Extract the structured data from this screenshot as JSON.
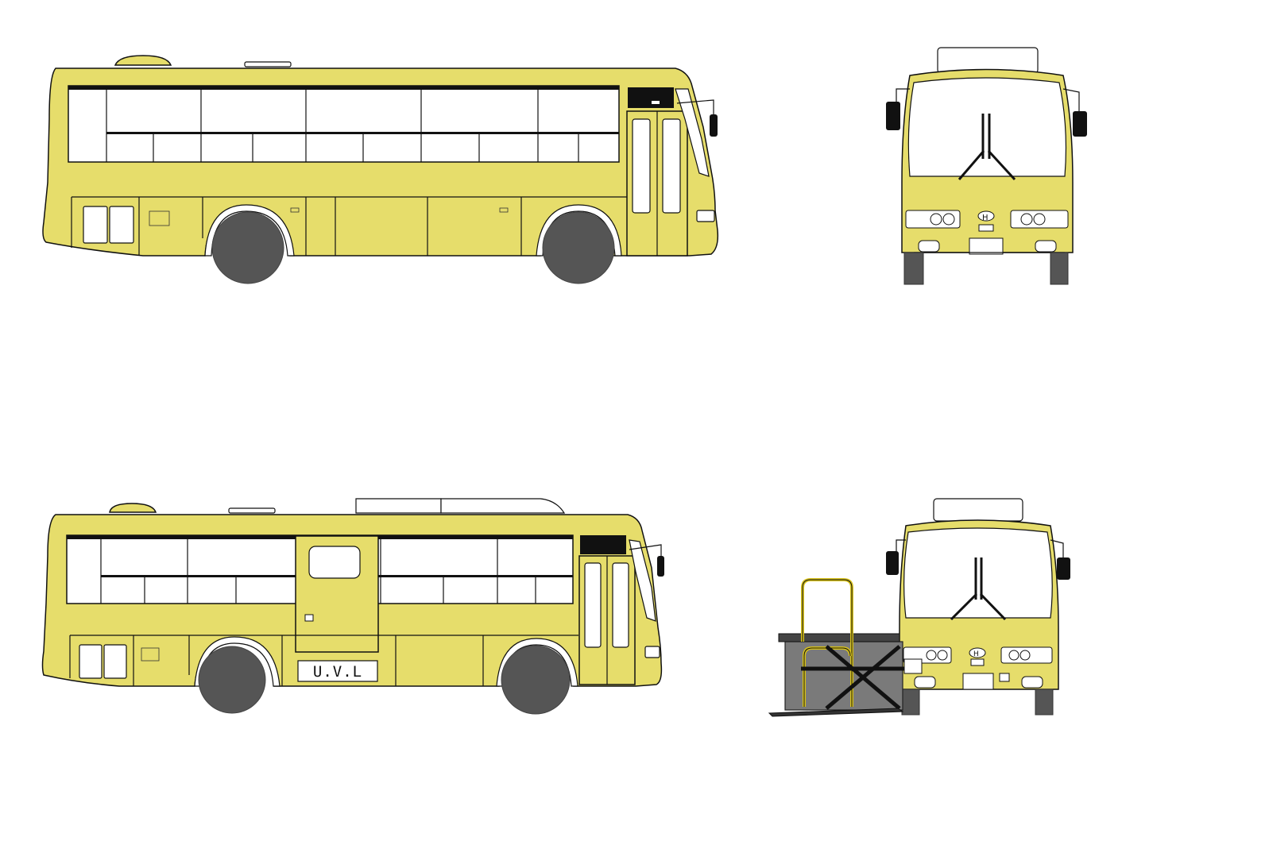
{
  "colors": {
    "body": "#e6dd6b",
    "outline": "#111111",
    "tire": "#555555",
    "window_glass": "#ffffff",
    "dark_trim": "#111111",
    "lift_platform": "#7a7a7a",
    "lift_rail": "#d8c21a"
  },
  "views": [
    {
      "name": "standard-side-view",
      "icons": [
        "bus-side-icon"
      ]
    },
    {
      "name": "standard-front-view",
      "icons": [
        "bus-front-icon",
        "hyundai-logo-icon"
      ]
    },
    {
      "name": "uvl-side-view",
      "icons": [
        "bus-side-icon",
        "lift-door-icon"
      ]
    },
    {
      "name": "uvl-front-view",
      "icons": [
        "bus-front-icon",
        "wheelchair-lift-icon"
      ]
    }
  ],
  "lift_panel": {
    "label": "U.V.L"
  }
}
